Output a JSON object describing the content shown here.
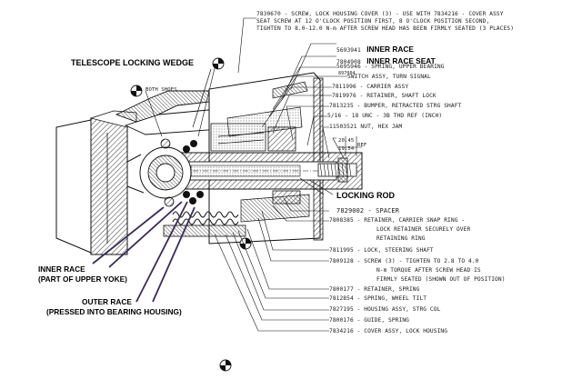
{
  "title_labels": {
    "telescope_wedge": "TELESCOPE LOCKING WEDGE",
    "both_shoes": "BOTH SHOES",
    "locking_rod": "LOCKING ROD",
    "inner_race_yoke_line1": "INNER RACE",
    "inner_race_yoke_line2": "(PART OF UPPER YOKE)",
    "outer_race_line1": "OUTER RACE",
    "outer_race_line2": "(PRESSED INTO BEARING HOUSING)"
  },
  "top_callout": {
    "line1": "7830670 - SCREW, LOCK HOUSING COVER (3) - USE WITH 7834216 - COVER ASSY",
    "line2": "SEAT SCREW AT 12 O'CLOCK POSITION FIRST, 8 O'CLOCK POSITION SECOND,",
    "line3": "TIGHTEN TO 8.0-12.0 N-m AFTER SCREW HEAD HAS BEEN FIRMLY SEATED (3 PLACES)"
  },
  "upper_callouts": {
    "inner_race_num": "5693941",
    "inner_race_label": "INNER RACE",
    "inner_race_seat_num": "7804908",
    "inner_race_seat_label": "INNER RACE SEAT",
    "spring_upper_bearing": "5695946 - SPRING, UPPER BEARING",
    "switch_num": "897004",
    "switch_label": "SWITCH ASSY, TURN SIGNAL",
    "carrier": "7811996 - CARRIER ASSY",
    "retainer_shaft_lock": "7819976 - RETAINER, SHAFT LOCK",
    "bumper": "7813235 - BUMPER, RETRACTED STRG SHAFT",
    "thread_ref": "5/16 - 18 UNC - 3B THD REF (INCH)",
    "nut": "11503521 NUT, HEX JAM",
    "dim_top": "20.45",
    "dim_bottom": "19.54",
    "dim_ref": "REF"
  },
  "lower_callouts": {
    "spacer": "7829002 - SPACER",
    "retainer_carrier_line1": "7808385 - RETAINER, CARRIER SNAP RING -",
    "retainer_carrier_line2": "LOCK RETAINER SECURELY OVER",
    "retainer_carrier_line3": "RETAINING RING",
    "lock_steering": "7811995 - LOCK, STEERING SHAFT",
    "screw_line1": "7809128 - SCREW (3) - TIGHTEN TO 2.8 TO 4.0",
    "screw_line2": "N-m TORQUE AFTER SCREW HEAD IS",
    "screw_line3": "FIRMLY SEATED (SHOWN OUT OF POSITION)",
    "retainer_spring": "7800177 - RETAINER, SPRING",
    "spring_wheel_tilt": "7812854 - SPRING, WHEEL TILT",
    "housing": "7827195 - HOUSING ASSY, STRG COL",
    "guide_spring": "7800176 - GUIDE, SPRING",
    "cover_assy": "7834216 - COVER ASSY, LOCK HOUSING"
  }
}
